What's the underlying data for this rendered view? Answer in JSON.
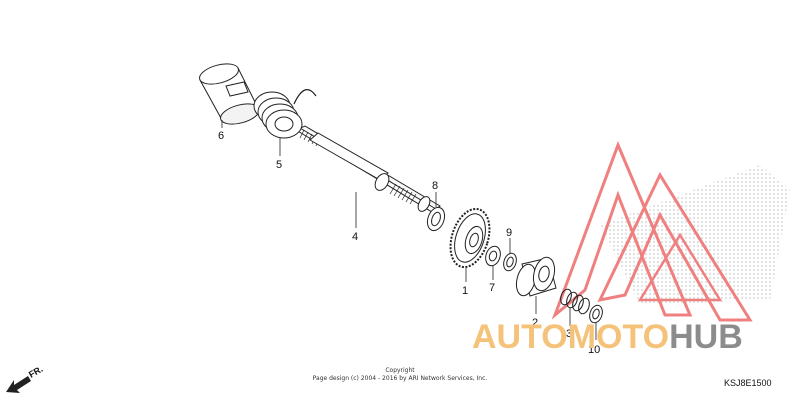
{
  "part_labels": {
    "p1": "1",
    "p2": "2",
    "p3": "3",
    "p4": "4",
    "p5": "5",
    "p6": "6",
    "p7": "7",
    "p8": "8",
    "p9": "9",
    "p10": "10"
  },
  "direction_marker": "FR.",
  "copyright_line1": "Copyright",
  "copyright_line2": "Page design (c) 2004 - 2016 by ARI Network Services, Inc.",
  "diagram_code": "KSJ8E1500",
  "watermark": {
    "part1": "AUTO",
    "part2": "MOTO",
    "part3": "HUB",
    "color_primary": "#f5c27a",
    "color_secondary": "#8c8c8c",
    "logo_color": "#f08080"
  }
}
